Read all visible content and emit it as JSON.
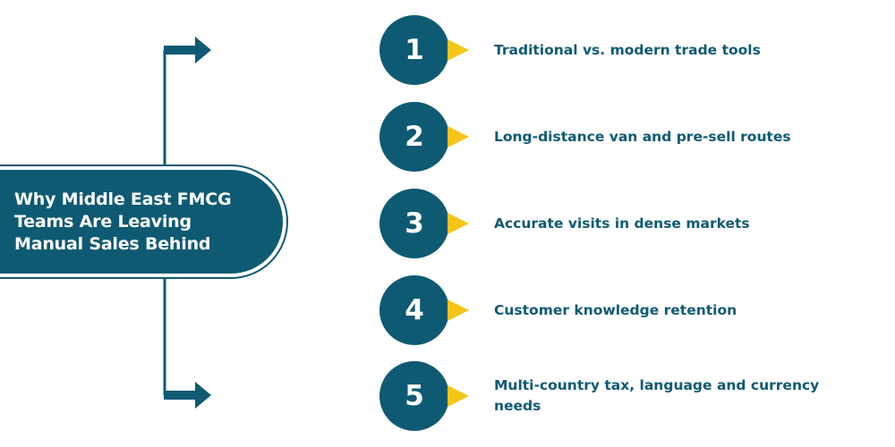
{
  "title": "Why Middle East FMCG Teams Are Leaving Manual Sales Behind",
  "colors": {
    "primary": "#0f5a73",
    "accent": "#f5c518",
    "background": "#ffffff"
  },
  "steps": [
    {
      "number": "1",
      "label": "Traditional vs. modern trade tools"
    },
    {
      "number": "2",
      "label": "Long-distance van and pre-sell routes"
    },
    {
      "number": "3",
      "label": "Accurate visits in dense markets"
    },
    {
      "number": "4",
      "label": "Customer knowledge retention"
    },
    {
      "number": "5",
      "label": "Multi-country tax, language and currency needs"
    }
  ]
}
